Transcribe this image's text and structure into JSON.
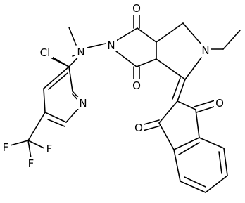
{
  "structure": {
    "atoms": {
      "o_top": "O",
      "o_bottom_left": "O",
      "o_indane_right": "O",
      "o_indane_left": "O",
      "n_imide": "N",
      "n_pyrrolidine": "N",
      "n_methylamino": "N",
      "n_pyridine": "N",
      "cl": "Cl",
      "f_upper": "F",
      "f_left": "F",
      "f_lower": "F"
    }
  }
}
